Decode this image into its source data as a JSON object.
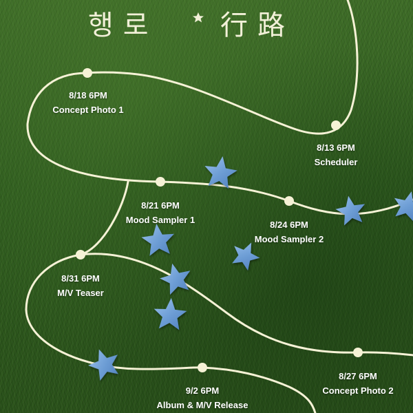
{
  "title": {
    "korean": "행로",
    "hanja": "行路"
  },
  "colors": {
    "line": "#f6f2d6",
    "text": "#ffffff",
    "star_blue": "#6f9fd6"
  },
  "icons": [
    "small-star-icon",
    "blue-star-icon"
  ],
  "events": [
    {
      "id": "scheduler",
      "date": "8/13 6PM",
      "name": "Scheduler"
    },
    {
      "id": "concept-photo-1",
      "date": "8/18 6PM",
      "name": "Concept Photo 1"
    },
    {
      "id": "mood-sampler-1",
      "date": "8/21 6PM",
      "name": "Mood Sampler 1"
    },
    {
      "id": "mood-sampler-2",
      "date": "8/24 6PM",
      "name": "Mood Sampler 2"
    },
    {
      "id": "concept-photo-2",
      "date": "8/27 6PM",
      "name": "Concept Photo 2"
    },
    {
      "id": "mv-teaser",
      "date": "8/31 6PM",
      "name": "M/V Teaser"
    },
    {
      "id": "album-release",
      "date": "9/2 6PM",
      "name": "Album & M/V Release"
    }
  ]
}
